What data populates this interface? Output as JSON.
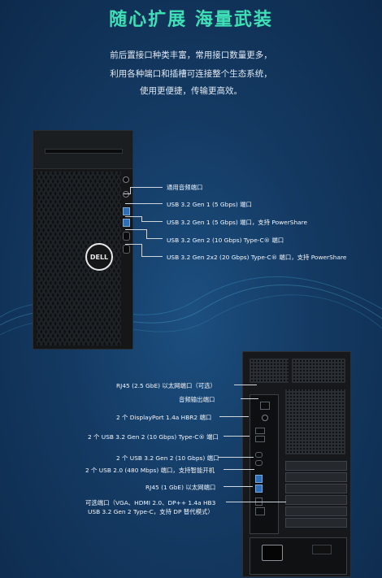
{
  "title": "随心扩展 海量武装",
  "description": [
    "前后置接口种类丰富，常用接口数量更多，",
    "利用各种端口和插槽可连接整个生态系统，",
    "使用更便捷，传输更高效。"
  ],
  "brand_logo_text": "DELL",
  "front_callouts": [
    "通用音频端口",
    "USB 3.2 Gen 1 (5 Gbps) 端口",
    "USB 3.2 Gen 1 (5 Gbps) 端口，支持 PowerShare",
    "USB 3.2 Gen 2 (10 Gbps) Type-C® 端口",
    "USB 3.2 Gen 2x2 (20 Gbps) Type-C® 端口，支持 PowerShare"
  ],
  "rear_callouts": [
    "RJ45 (2.5 GbE) 以太网端口（可选）",
    "音频输出端口",
    "2 个 DisplayPort 1.4a HBR2 端口",
    "2 个 USB 3.2 Gen 2 (10 Gbps) Type-C® 端口",
    "2 个 USB 3.2 Gen 2 (10 Gbps) 端口",
    "2 个 USB 2.0 (480 Mbps) 端口，支持智能开机",
    "RJ45 (1 GbE) 以太网端口",
    "可选端口（VGA、HDMI 2.0、DP++ 1.4a HB3",
    "USB 3.2 Gen 2 Type-C，支持 DP 替代模式）"
  ],
  "colors": {
    "title": "#3ee0b6",
    "background": "#143a63"
  }
}
